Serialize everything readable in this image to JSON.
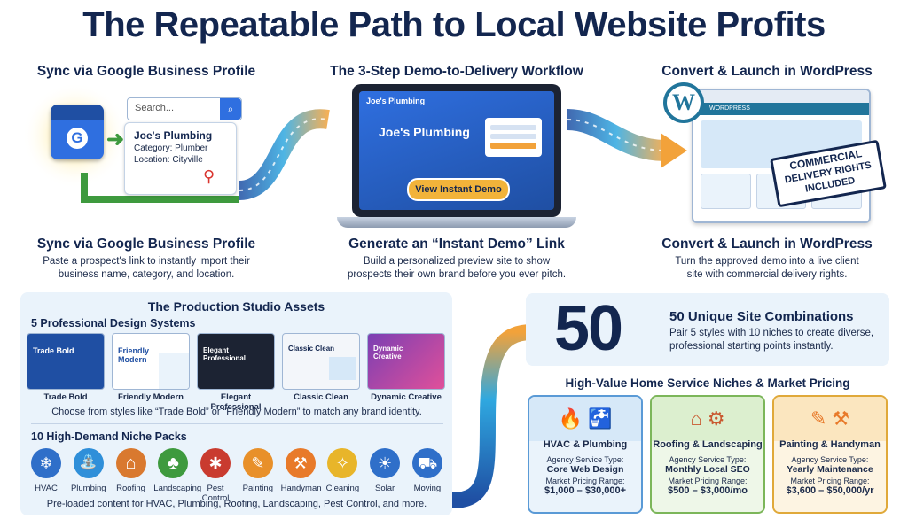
{
  "title": "The Repeatable Path to Local Website Profits",
  "top_labels": {
    "left": "Sync via Google Business Profile",
    "center": "The 3-Step Demo-to-Delivery Workflow",
    "right": "Convert & Launch in WordPress"
  },
  "gbp_card": {
    "search_placeholder": "Search...",
    "business_name": "Joe's Plumbing",
    "category": "Category: Plumber",
    "location": "Location: Cityville",
    "g_letter": "G"
  },
  "laptop": {
    "logo_text": "Joe's Plumbing",
    "heading": "Joe's Plumbing",
    "button": "View Instant Demo"
  },
  "wordpress": {
    "logo_letter": "W",
    "brand": "WORDPRESS",
    "badge_lines": [
      "COMMERCIAL",
      "DELIVERY RIGHTS",
      "INCLUDED"
    ]
  },
  "steps": [
    {
      "title": "Sync via Google Business Profile",
      "text": "Paste a prospect's link to instantly import their business name, category, and location."
    },
    {
      "title": "Generate an “Instant Demo” Link",
      "text": "Build a personalized preview site to show prospects their own brand before you ever pitch."
    },
    {
      "title": "Convert & Launch in WordPress",
      "text": "Turn the approved demo into a live client site with commercial delivery rights."
    }
  ],
  "studio": {
    "title": "The Production Studio Assets",
    "design_heading": "5 Professional Design Systems",
    "designs": [
      {
        "name": "Trade Bold",
        "thumb_text": "Trade Bold",
        "color": "#1f4fa3"
      },
      {
        "name": "Friendly Modern",
        "thumb_text": "Friendly Modern",
        "color": "#ffffff"
      },
      {
        "name": "Elegant Professional",
        "thumb_text": "Elegant Professional",
        "color": "#1c2333"
      },
      {
        "name": "Classic Clean",
        "thumb_text": "Classic Clean",
        "color": "#f3f6fa"
      },
      {
        "name": "Dynamic Creative",
        "thumb_text": "Dynamic Creative",
        "color": "#7b3fb3"
      }
    ],
    "design_caption": "Choose from styles like “Trade Bold” or “Friendly Modern” to match any brand identity.",
    "niche_heading": "10 High-Demand Niche Packs",
    "niches": [
      {
        "name": "HVAC",
        "icon": "hvac-icon",
        "glyph": "❄",
        "color": "#2f6fc9"
      },
      {
        "name": "Plumbing",
        "icon": "faucet-icon",
        "glyph": "🚰",
        "color": "#2f8fd9"
      },
      {
        "name": "Roofing",
        "icon": "roof-icon",
        "glyph": "⌂",
        "color": "#d9792f"
      },
      {
        "name": "Landscaping",
        "icon": "tree-icon",
        "glyph": "♣",
        "color": "#3e9a3e"
      },
      {
        "name": "Pest Control",
        "icon": "bug-icon",
        "glyph": "✱",
        "color": "#c93b2f"
      },
      {
        "name": "Painting",
        "icon": "paintbrush-icon",
        "glyph": "✎",
        "color": "#e8902a"
      },
      {
        "name": "Handyman",
        "icon": "tools-icon",
        "glyph": "⚒",
        "color": "#e87a2a"
      },
      {
        "name": "Cleaning",
        "icon": "bucket-icon",
        "glyph": "✧",
        "color": "#e8b52a"
      },
      {
        "name": "Solar",
        "icon": "solar-panel-icon",
        "glyph": "☀",
        "color": "#2f6fc9"
      },
      {
        "name": "Moving",
        "icon": "truck-icon",
        "glyph": "⛟",
        "color": "#2f6fc9"
      }
    ],
    "niche_caption": "Pre-loaded content for HVAC, Plumbing, Roofing, Landscaping, Pest Control, and more."
  },
  "combos": {
    "number": "50",
    "title": "50 Unique Site Combinations",
    "text": "Pair 5 styles with 10 niches to create diverse, professional starting points instantly."
  },
  "pricing": {
    "title": "High-Value Home Service Niches & Market Pricing",
    "cards": [
      {
        "name": "HVAC & Plumbing",
        "type_label": "Agency Service Type:",
        "type": "Core Web Design",
        "range_label": "Market Pricing Range:",
        "range": "$1,000 – $30,000+",
        "border": "#5a9ad6",
        "bg": "#eaf3fb",
        "head": "#d6e8f8"
      },
      {
        "name": "Roofing & Landscaping",
        "type_label": "Agency Service Type:",
        "type": "Monthly Local SEO",
        "range_label": "Market Pricing Range:",
        "range": "$500 – $3,000/mo",
        "border": "#7cb65a",
        "bg": "#eef7e8",
        "head": "#dcefcf"
      },
      {
        "name": "Painting & Handyman",
        "type_label": "Agency Service Type:",
        "type": "Yearly Maintenance",
        "range_label": "Market Pricing Range:",
        "range": "$3,600 – $50,000/yr",
        "border": "#e0a93a",
        "bg": "#fdf4e2",
        "head": "#fbe6bf"
      }
    ]
  }
}
